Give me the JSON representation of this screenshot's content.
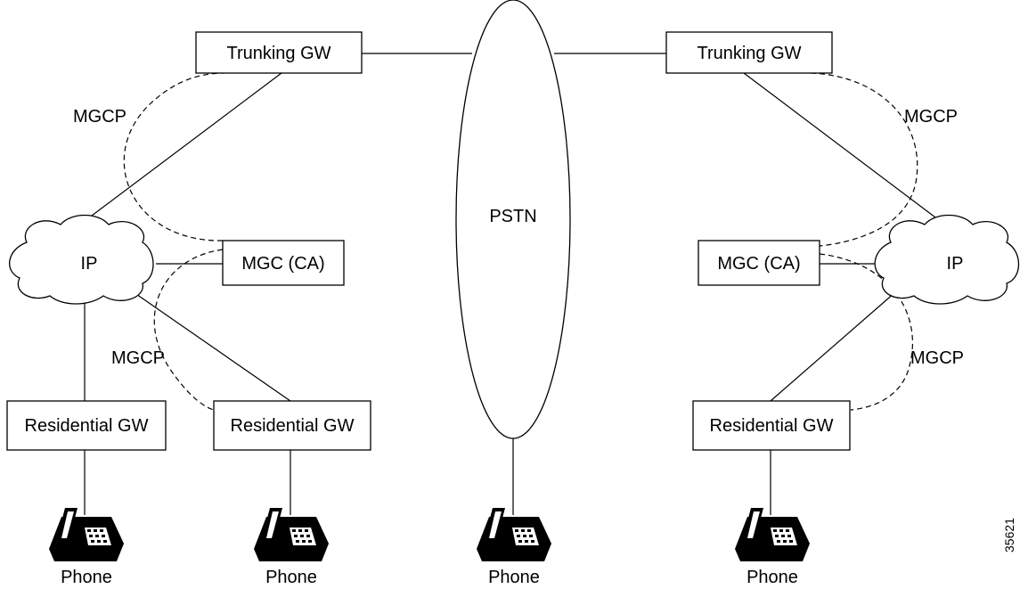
{
  "nodes": {
    "trunking_gw_left": "Trunking GW",
    "trunking_gw_right": "Trunking GW",
    "pstn": "PSTN",
    "ip_left": "IP",
    "ip_right": "IP",
    "mgc_left": "MGC (CA)",
    "mgc_right": "MGC (CA)",
    "residential_gw_1": "Residential GW",
    "residential_gw_2": "Residential GW",
    "residential_gw_3": "Residential GW"
  },
  "protocols": {
    "mgcp_left_top": "MGCP",
    "mgcp_left_bottom": "MGCP",
    "mgcp_right_top": "MGCP",
    "mgcp_right_bottom": "MGCP"
  },
  "phones": {
    "phone_1": "Phone",
    "phone_2": "Phone",
    "phone_3": "Phone",
    "phone_4": "Phone"
  },
  "figure_number": "35621"
}
